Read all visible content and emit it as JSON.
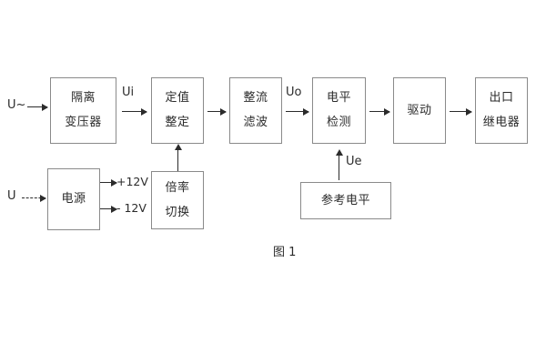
{
  "figure": {
    "caption": "图 1",
    "background_color": "#ffffff",
    "box_border_color": "#8a8a8a",
    "line_color": "#2b2b2b"
  },
  "blocks": [
    {
      "id": "isolation-transformer",
      "lines": [
        "隔离",
        "变压器"
      ]
    },
    {
      "id": "setting-value",
      "lines": [
        "定值",
        "整定"
      ]
    },
    {
      "id": "rectify-filter",
      "lines": [
        "整流",
        "滤波"
      ]
    },
    {
      "id": "level-detection",
      "lines": [
        "电平",
        "检测"
      ]
    },
    {
      "id": "drive",
      "lines": [
        "驱动"
      ]
    },
    {
      "id": "output-relay",
      "lines": [
        "出口",
        "继电器"
      ]
    },
    {
      "id": "power-supply",
      "lines": [
        "电源"
      ]
    },
    {
      "id": "multiplier-switch",
      "lines": [
        "倍率",
        "切换"
      ]
    },
    {
      "id": "reference-level",
      "lines": [
        "参考电平"
      ]
    }
  ],
  "signals": {
    "input_ac": "U~",
    "input_dc": "U",
    "ui": "Ui",
    "uo": "Uo",
    "ue": "Ue",
    "supply_positive": "+12V",
    "supply_negative": "- 12V"
  }
}
